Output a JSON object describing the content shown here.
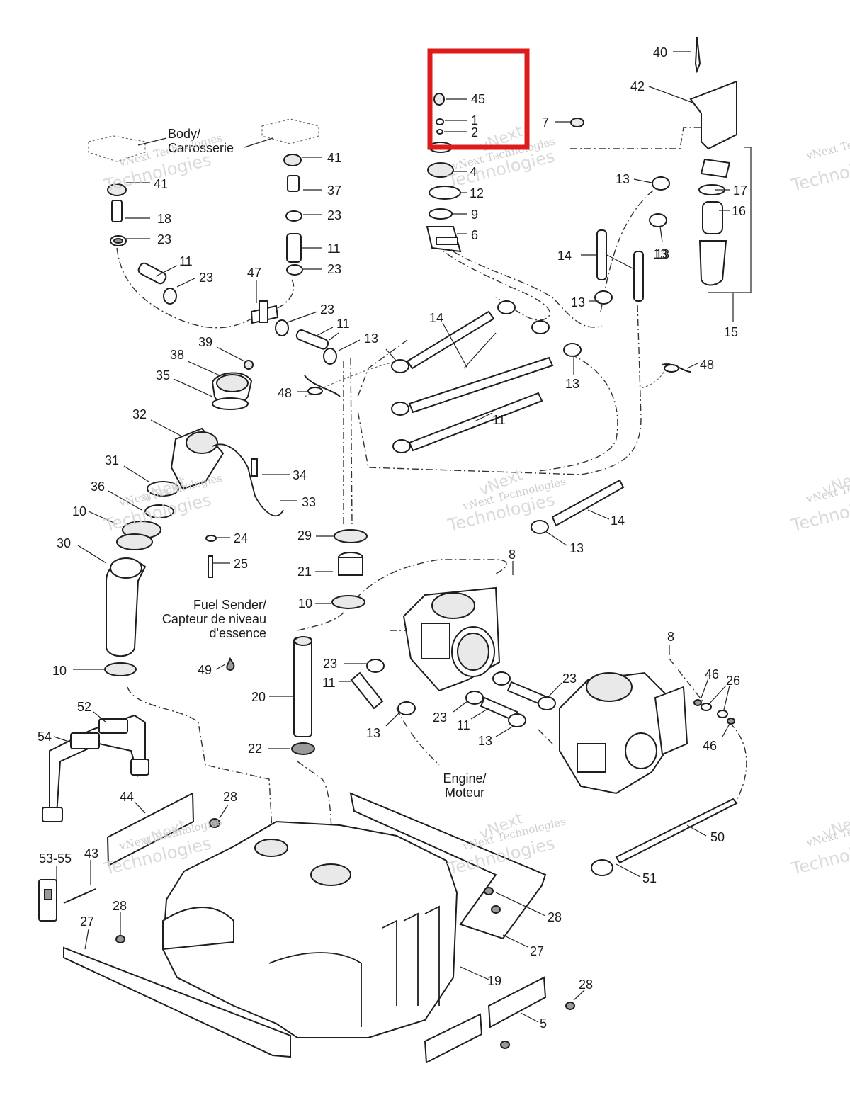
{
  "highlight": {
    "color": "#dd1b1b"
  },
  "notes": {
    "body_line1": "Body/",
    "body_line2": "Carrosserie",
    "fuel_sender_line1": "Fuel Sender/",
    "fuel_sender_line2": "Capteur de niveau",
    "fuel_sender_line3": "d'essence",
    "engine_line1": "Engine/",
    "engine_line2": "Moteur"
  },
  "watermark": {
    "line1": "vNext Technologies",
    "line2": "vNext",
    "line3": "Technologies"
  },
  "labels": [
    "40",
    "42",
    "45",
    "1",
    "2",
    "7",
    "4",
    "12",
    "9",
    "6",
    "41",
    "41",
    "37",
    "18",
    "23",
    "23",
    "23",
    "11",
    "11",
    "23",
    "47",
    "23",
    "11",
    "13",
    "14",
    "13",
    "13",
    "14",
    "13",
    "13",
    "17",
    "16",
    "13",
    "14",
    "15",
    "39",
    "38",
    "35",
    "48",
    "11",
    "48",
    "32",
    "31",
    "34",
    "33",
    "36",
    "10",
    "30",
    "29",
    "24",
    "25",
    "21",
    "14",
    "13",
    "8",
    "10",
    "8",
    "46",
    "26",
    "46",
    "23",
    "23",
    "11",
    "13",
    "23",
    "11",
    "13",
    "49",
    "20",
    "10",
    "22",
    "52",
    "54",
    "44",
    "28",
    "53-55",
    "43",
    "28",
    "27",
    "28",
    "27",
    "19",
    "28",
    "5",
    "50",
    "51"
  ]
}
